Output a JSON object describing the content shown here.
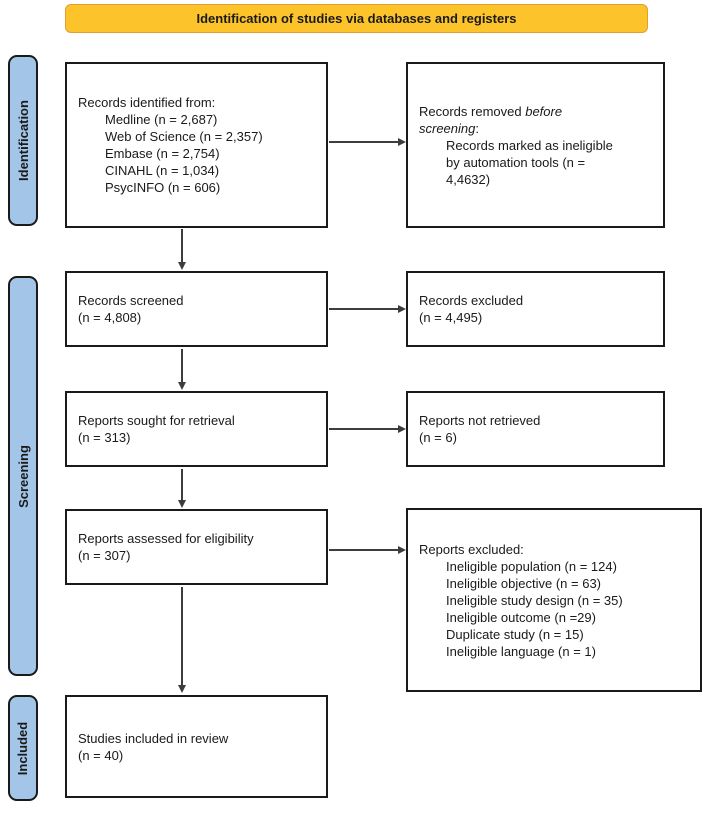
{
  "banner": {
    "label": "Identification of studies via databases and registers"
  },
  "stages": {
    "identification": "Identification",
    "screening": "Screening",
    "included": "Included"
  },
  "boxes": {
    "records_identified": {
      "title": "Records identified from:",
      "items": [
        "Medline (n = 2,687)",
        "Web of Science (n = 2,357)",
        "Embase (n = 2,754)",
        "CINAHL (n = 1,034)",
        "PsycINFO (n = 606)"
      ]
    },
    "records_removed": {
      "title_normal": "Records removed ",
      "title_italic": "before screening",
      "title_suffix": ":",
      "items": [
        "Records marked as ineligible by automation tools (n = 4,4632)"
      ]
    },
    "records_screened": {
      "lines": [
        "Records screened",
        "(n = 4,808)"
      ]
    },
    "records_excluded": {
      "lines": [
        "Records excluded",
        "(n = 4,495)"
      ]
    },
    "reports_sought": {
      "lines": [
        "Reports sought for retrieval",
        "(n = 313)"
      ]
    },
    "reports_not_retrieved": {
      "lines": [
        "Reports not retrieved",
        "(n = 6)"
      ]
    },
    "reports_assessed": {
      "lines": [
        "Reports assessed for eligibility",
        "(n = 307)"
      ]
    },
    "reports_excluded": {
      "title": "Reports excluded:",
      "items": [
        "Ineligible population (n = 124)",
        "Ineligible objective (n = 63)",
        "Ineligible study design (n = 35)",
        "Ineligible outcome (n =29)",
        "Duplicate study (n = 15)",
        "Ineligible language (n = 1)"
      ]
    },
    "studies_included": {
      "lines": [
        "Studies included in review",
        "(n = 40)"
      ]
    }
  },
  "colors": {
    "banner_bg": "#FDC32B",
    "banner_border": "#E1A02E",
    "stage_bg": "#A3C6E8",
    "arrow": "#3d3d3d"
  }
}
